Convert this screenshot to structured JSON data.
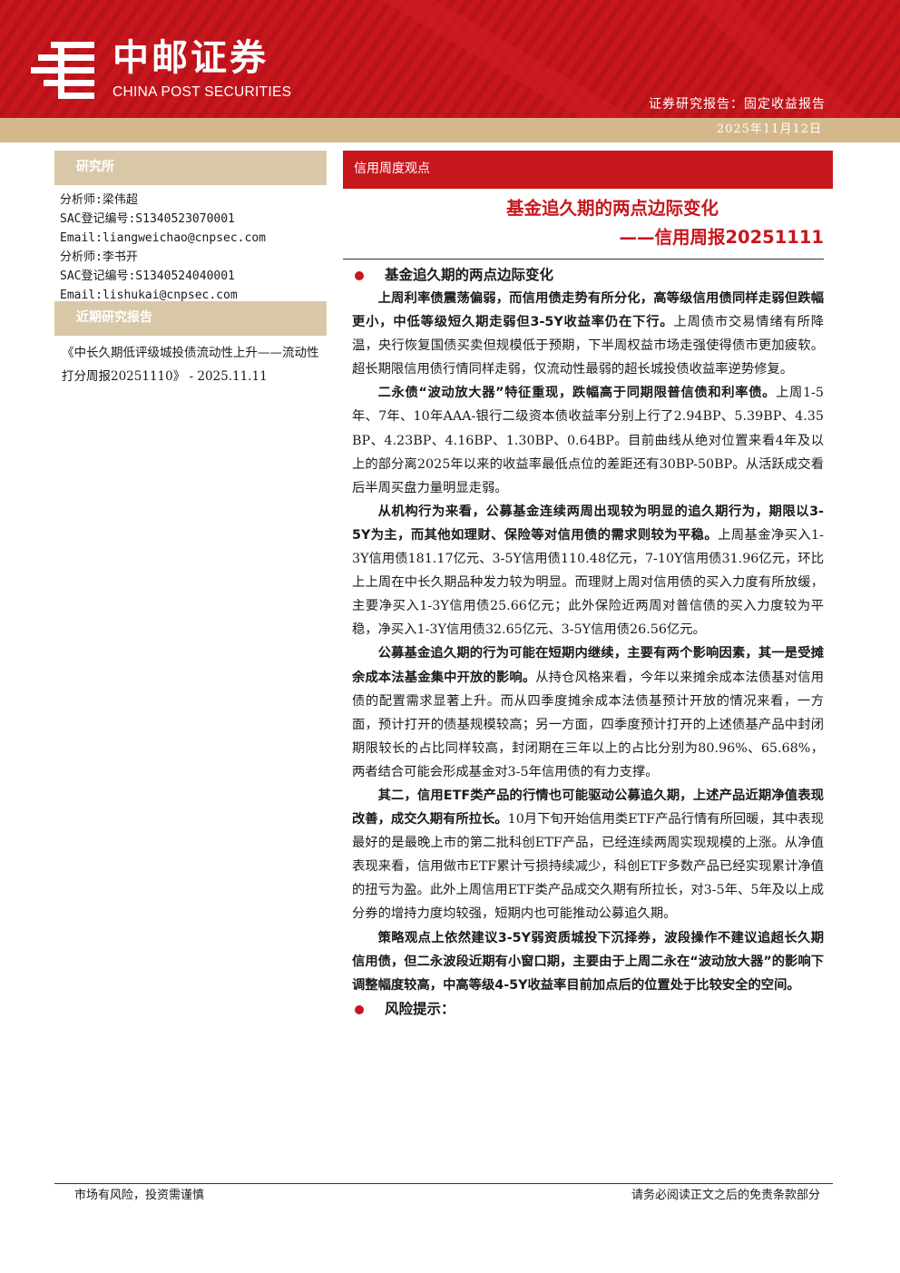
{
  "header": {
    "brand_cn": "中邮证券",
    "brand_en": "CHINA POST SECURITIES",
    "report_type": "证券研究报告：固定收益报告",
    "report_date": "2025年11月12日",
    "brand_color": "#c8161d",
    "accent_color": "#d4b88c"
  },
  "sidebar": {
    "institute_label": "研究所",
    "analysts": [
      "分析师:梁伟超",
      "SAC登记编号:S1340523070001",
      "Email:liangweichao@cnpsec.com",
      "分析师:李书开",
      "SAC登记编号:S1340524040001",
      "Email:lishukai@cnpsec.com"
    ],
    "recent_label": "近期研究报告",
    "recent_report": "《中长久期低评级城投债流动性上升——流动性打分周报20251110》 - 2025.11.11"
  },
  "main": {
    "tag": "信用周度观点",
    "title": "基金追久期的两点边际变化",
    "subtitle": "——信用周报20251111",
    "section1_heading": "基金追久期的两点边际变化",
    "paragraphs": [
      {
        "bold": "上周利率债震荡偏弱，而信用债走势有所分化，高等级信用债同样走弱但跌幅更小，中低等级短久期走弱但3-5Y收益率仍在下行。",
        "text": "上周债市交易情绪有所降温，央行恢复国债买卖但规模低于预期，下半周权益市场走强使得债市更加疲软。超长期限信用债行情同样走弱，仅流动性最弱的超长城投债收益率逆势修复。"
      },
      {
        "bold": "二永债“波动放大器”特征重现，跌幅高于同期限普信债和利率债。",
        "text": "上周1-5年、7年、10年AAA-银行二级资本债收益率分别上行了2.94BP、5.39BP、4.35 BP、4.23BP、4.16BP、1.30BP、0.64BP。目前曲线从绝对位置来看4年及以上的部分离2025年以来的收益率最低点位的差距还有30BP-50BP。从活跃成交看后半周买盘力量明显走弱。"
      },
      {
        "bold": "从机构行为来看，公募基金连续两周出现较为明显的追久期行为，期限以3-5Y为主，而其他如理财、保险等对信用债的需求则较为平稳。",
        "text": "上周基金净买入1-3Y信用债181.17亿元、3-5Y信用债110.48亿元，7-10Y信用债31.96亿元，环比上上周在中长久期品种发力较为明显。而理财上周对信用债的买入力度有所放缓，主要净买入1-3Y信用债25.66亿元；此外保险近两周对普信债的买入力度较为平稳，净买入1-3Y信用债32.65亿元、3-5Y信用债26.56亿元。"
      },
      {
        "bold": "公募基金追久期的行为可能在短期内继续，主要有两个影响因素，其一是受摊余成本法基金集中开放的影响。",
        "text": "从持仓风格来看，今年以来摊余成本法债基对信用债的配置需求显著上升。而从四季度摊余成本法债基预计开放的情况来看，一方面，预计打开的债基规模较高；另一方面，四季度预计打开的上述债基产品中封闭期限较长的占比同样较高，封闭期在三年以上的占比分别为80.96%、65.68%，两者结合可能会形成基金对3-5年信用债的有力支撑。"
      },
      {
        "bold": "其二，信用ETF类产品的行情也可能驱动公募追久期，上述产品近期净值表现改善，成交久期有所拉长。",
        "text": "10月下旬开始信用类ETF产品行情有所回暖，其中表现最好的是最晚上市的第二批科创ETF产品，已经连续两周实现规模的上涨。从净值表现来看，信用做市ETF累计亏损持续减少，科创ETF多数产品已经实现累计净值的扭亏为盈。此外上周信用ETF类产品成交久期有所拉长，对3-5年、5年及以上成分券的增持力度均较强，短期内也可能推动公募追久期。"
      },
      {
        "bold": "策略观点上依然建议3-5Y弱资质城投下沉择券，波段操作不建议追超长久期信用债，但二永波段近期有小窗口期，主要由于上周二永在“波动放大器”的影响下调整幅度较高，中高等级4-5Y收益率目前加点后的位置处于比较安全的空间。",
        "text": ""
      }
    ],
    "risk_heading": "风险提示："
  },
  "footer": {
    "left": "市场有风险，投资需谨慎",
    "right": "请务必阅读正文之后的免责条款部分"
  }
}
